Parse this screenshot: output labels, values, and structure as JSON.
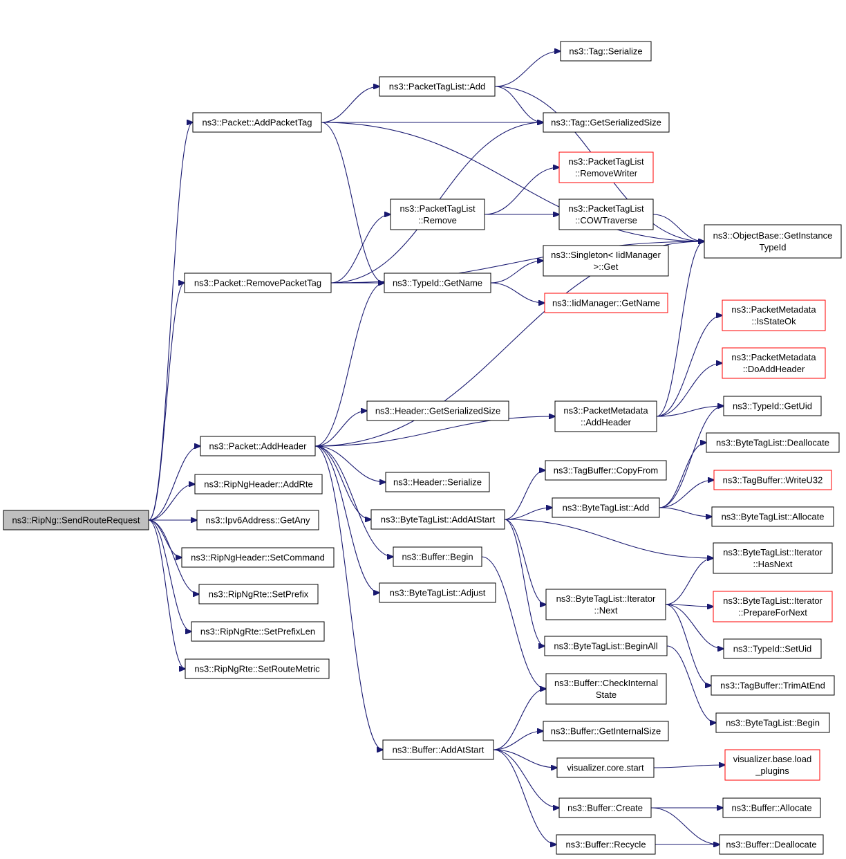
{
  "nodes": [
    {
      "id": "send_route_request",
      "lines": [
        "ns3::RipNg::SendRouteRequest"
      ],
      "root": true
    },
    {
      "id": "add_packet_tag",
      "lines": [
        "ns3::Packet::AddPacketTag"
      ]
    },
    {
      "id": "remove_packet_tag",
      "lines": [
        "ns3::Packet::RemovePacketTag"
      ]
    },
    {
      "id": "add_header",
      "lines": [
        "ns3::Packet::AddHeader"
      ]
    },
    {
      "id": "ripng_header_add_rte",
      "lines": [
        "ns3::RipNgHeader::AddRte"
      ]
    },
    {
      "id": "ipv6_get_any",
      "lines": [
        "ns3::Ipv6Address::GetAny"
      ]
    },
    {
      "id": "ripng_header_set_command",
      "lines": [
        "ns3::RipNgHeader::SetCommand"
      ]
    },
    {
      "id": "ripng_rte_set_prefix",
      "lines": [
        "ns3::RipNgRte::SetPrefix"
      ]
    },
    {
      "id": "ripng_rte_set_prefix_len",
      "lines": [
        "ns3::RipNgRte::SetPrefixLen"
      ]
    },
    {
      "id": "ripng_rte_set_route_metric",
      "lines": [
        "ns3::RipNgRte::SetRouteMetric"
      ]
    },
    {
      "id": "packet_tag_list_add",
      "lines": [
        "ns3::PacketTagList::Add"
      ]
    },
    {
      "id": "packet_tag_list_remove",
      "lines": [
        "ns3::PacketTagList",
        "::Remove"
      ]
    },
    {
      "id": "typeid_get_name",
      "lines": [
        "ns3::TypeId::GetName"
      ]
    },
    {
      "id": "header_get_serialized_size",
      "lines": [
        "ns3::Header::GetSerializedSize"
      ]
    },
    {
      "id": "header_serialize",
      "lines": [
        "ns3::Header::Serialize"
      ]
    },
    {
      "id": "byte_tag_list_add_at_start",
      "lines": [
        "ns3::ByteTagList::AddAtStart"
      ]
    },
    {
      "id": "buffer_begin",
      "lines": [
        "ns3::Buffer::Begin"
      ]
    },
    {
      "id": "byte_tag_list_adjust",
      "lines": [
        "ns3::ByteTagList::Adjust"
      ]
    },
    {
      "id": "buffer_add_at_start",
      "lines": [
        "ns3::Buffer::AddAtStart"
      ]
    },
    {
      "id": "tag_serialize",
      "lines": [
        "ns3::Tag::Serialize"
      ]
    },
    {
      "id": "tag_get_serialized_size",
      "lines": [
        "ns3::Tag::GetSerializedSize"
      ]
    },
    {
      "id": "packet_tag_list_remove_writer",
      "lines": [
        "ns3::PacketTagList",
        "::RemoveWriter"
      ],
      "red": true
    },
    {
      "id": "packet_tag_list_cow_traverse",
      "lines": [
        "ns3::PacketTagList",
        "::COWTraverse"
      ]
    },
    {
      "id": "singleton_iid_manager_get",
      "lines": [
        "ns3::Singleton< IidManager",
        ">::Get"
      ]
    },
    {
      "id": "iid_manager_get_name",
      "lines": [
        "ns3::IidManager::GetName"
      ],
      "red": true
    },
    {
      "id": "packet_metadata_add_header",
      "lines": [
        "ns3::PacketMetadata",
        "::AddHeader"
      ]
    },
    {
      "id": "tag_buffer_copy_from",
      "lines": [
        "ns3::TagBuffer::CopyFrom"
      ]
    },
    {
      "id": "byte_tag_list_add",
      "lines": [
        "ns3::ByteTagList::Add"
      ]
    },
    {
      "id": "byte_tag_list_iterator_next",
      "lines": [
        "ns3::ByteTagList::Iterator",
        "::Next"
      ]
    },
    {
      "id": "byte_tag_list_begin_all",
      "lines": [
        "ns3::ByteTagList::BeginAll"
      ]
    },
    {
      "id": "buffer_check_internal_state",
      "lines": [
        "ns3::Buffer::CheckInternal",
        "State"
      ]
    },
    {
      "id": "buffer_get_internal_size",
      "lines": [
        "ns3::Buffer::GetInternalSize"
      ]
    },
    {
      "id": "visualizer_core_start",
      "lines": [
        "visualizer.core.start"
      ]
    },
    {
      "id": "buffer_create",
      "lines": [
        "ns3::Buffer::Create"
      ]
    },
    {
      "id": "buffer_recycle",
      "lines": [
        "ns3::Buffer::Recycle"
      ]
    },
    {
      "id": "object_base_get_instance_type_id",
      "lines": [
        "ns3::ObjectBase::GetInstance",
        "TypeId"
      ]
    },
    {
      "id": "packet_metadata_is_state_ok",
      "lines": [
        "ns3::PacketMetadata",
        "::IsStateOk"
      ],
      "red": true
    },
    {
      "id": "packet_metadata_do_add_header",
      "lines": [
        "ns3::PacketMetadata",
        "::DoAddHeader"
      ],
      "red": true
    },
    {
      "id": "typeid_get_uid",
      "lines": [
        "ns3::TypeId::GetUid"
      ]
    },
    {
      "id": "byte_tag_list_deallocate",
      "lines": [
        "ns3::ByteTagList::Deallocate"
      ]
    },
    {
      "id": "tag_buffer_write_u32",
      "lines": [
        "ns3::TagBuffer::WriteU32"
      ],
      "red": true
    },
    {
      "id": "byte_tag_list_allocate",
      "lines": [
        "ns3::ByteTagList::Allocate"
      ]
    },
    {
      "id": "byte_tag_list_iterator_has_next",
      "lines": [
        "ns3::ByteTagList::Iterator",
        "::HasNext"
      ]
    },
    {
      "id": "byte_tag_list_iterator_prepare_for_next",
      "lines": [
        "ns3::ByteTagList::Iterator",
        "::PrepareForNext"
      ],
      "red": true
    },
    {
      "id": "typeid_set_uid",
      "lines": [
        "ns3::TypeId::SetUid"
      ]
    },
    {
      "id": "tag_buffer_trim_at_end",
      "lines": [
        "ns3::TagBuffer::TrimAtEnd"
      ]
    },
    {
      "id": "byte_tag_list_begin",
      "lines": [
        "ns3::ByteTagList::Begin"
      ]
    },
    {
      "id": "visualizer_base_load_plugins",
      "lines": [
        "visualizer.base.load",
        "_plugins"
      ],
      "red": true
    },
    {
      "id": "buffer_allocate",
      "lines": [
        "ns3::Buffer::Allocate"
      ]
    },
    {
      "id": "buffer_deallocate",
      "lines": [
        "ns3::Buffer::Deallocate"
      ]
    }
  ],
  "edges": [
    {
      "from": "send_route_request",
      "to": "add_packet_tag"
    },
    {
      "from": "send_route_request",
      "to": "remove_packet_tag"
    },
    {
      "from": "send_route_request",
      "to": "add_header"
    },
    {
      "from": "send_route_request",
      "to": "ripng_header_add_rte"
    },
    {
      "from": "send_route_request",
      "to": "ipv6_get_any"
    },
    {
      "from": "send_route_request",
      "to": "ripng_header_set_command"
    },
    {
      "from": "send_route_request",
      "to": "ripng_rte_set_prefix"
    },
    {
      "from": "send_route_request",
      "to": "ripng_rte_set_prefix_len"
    },
    {
      "from": "send_route_request",
      "to": "ripng_rte_set_route_metric"
    },
    {
      "from": "add_packet_tag",
      "to": "packet_tag_list_add"
    },
    {
      "from": "add_packet_tag",
      "to": "tag_get_serialized_size"
    },
    {
      "from": "add_packet_tag",
      "to": "typeid_get_name"
    },
    {
      "from": "add_packet_tag",
      "to": "object_base_get_instance_type_id"
    },
    {
      "from": "packet_tag_list_add",
      "to": "tag_serialize"
    },
    {
      "from": "packet_tag_list_add",
      "to": "tag_get_serialized_size"
    },
    {
      "from": "packet_tag_list_add",
      "to": "object_base_get_instance_type_id"
    },
    {
      "from": "remove_packet_tag",
      "to": "tag_get_serialized_size"
    },
    {
      "from": "remove_packet_tag",
      "to": "packet_tag_list_remove"
    },
    {
      "from": "remove_packet_tag",
      "to": "typeid_get_name"
    },
    {
      "from": "remove_packet_tag",
      "to": "object_base_get_instance_type_id"
    },
    {
      "from": "packet_tag_list_remove",
      "to": "packet_tag_list_remove_writer"
    },
    {
      "from": "packet_tag_list_remove",
      "to": "packet_tag_list_cow_traverse"
    },
    {
      "from": "packet_tag_list_cow_traverse",
      "to": "object_base_get_instance_type_id"
    },
    {
      "from": "typeid_get_name",
      "to": "singleton_iid_manager_get"
    },
    {
      "from": "typeid_get_name",
      "to": "iid_manager_get_name"
    },
    {
      "from": "add_header",
      "to": "typeid_get_name"
    },
    {
      "from": "add_header",
      "to": "object_base_get_instance_type_id"
    },
    {
      "from": "add_header",
      "to": "header_get_serialized_size"
    },
    {
      "from": "add_header",
      "to": "packet_metadata_add_header"
    },
    {
      "from": "add_header",
      "to": "header_serialize"
    },
    {
      "from": "add_header",
      "to": "byte_tag_list_add_at_start"
    },
    {
      "from": "add_header",
      "to": "buffer_begin"
    },
    {
      "from": "add_header",
      "to": "byte_tag_list_adjust"
    },
    {
      "from": "add_header",
      "to": "buffer_add_at_start"
    },
    {
      "from": "packet_metadata_add_header",
      "to": "object_base_get_instance_type_id"
    },
    {
      "from": "packet_metadata_add_header",
      "to": "packet_metadata_is_state_ok"
    },
    {
      "from": "packet_metadata_add_header",
      "to": "packet_metadata_do_add_header"
    },
    {
      "from": "packet_metadata_add_header",
      "to": "typeid_get_uid"
    },
    {
      "from": "byte_tag_list_add_at_start",
      "to": "tag_buffer_copy_from"
    },
    {
      "from": "byte_tag_list_add_at_start",
      "to": "byte_tag_list_add"
    },
    {
      "from": "byte_tag_list_add_at_start",
      "to": "byte_tag_list_iterator_has_next"
    },
    {
      "from": "byte_tag_list_add_at_start",
      "to": "byte_tag_list_iterator_next"
    },
    {
      "from": "byte_tag_list_add_at_start",
      "to": "byte_tag_list_begin_all"
    },
    {
      "from": "byte_tag_list_add",
      "to": "typeid_get_uid"
    },
    {
      "from": "byte_tag_list_add",
      "to": "byte_tag_list_deallocate"
    },
    {
      "from": "byte_tag_list_add",
      "to": "tag_buffer_write_u32"
    },
    {
      "from": "byte_tag_list_add",
      "to": "byte_tag_list_allocate"
    },
    {
      "from": "byte_tag_list_iterator_next",
      "to": "byte_tag_list_iterator_has_next"
    },
    {
      "from": "byte_tag_list_iterator_next",
      "to": "byte_tag_list_iterator_prepare_for_next"
    },
    {
      "from": "byte_tag_list_iterator_next",
      "to": "typeid_set_uid"
    },
    {
      "from": "byte_tag_list_iterator_next",
      "to": "tag_buffer_trim_at_end"
    },
    {
      "from": "byte_tag_list_begin_all",
      "to": "byte_tag_list_begin"
    },
    {
      "from": "buffer_begin",
      "to": "buffer_check_internal_state"
    },
    {
      "from": "buffer_add_at_start",
      "to": "buffer_check_internal_state"
    },
    {
      "from": "buffer_add_at_start",
      "to": "buffer_get_internal_size"
    },
    {
      "from": "buffer_add_at_start",
      "to": "visualizer_core_start"
    },
    {
      "from": "buffer_add_at_start",
      "to": "buffer_create"
    },
    {
      "from": "buffer_add_at_start",
      "to": "buffer_recycle"
    },
    {
      "from": "visualizer_core_start",
      "to": "visualizer_base_load_plugins"
    },
    {
      "from": "buffer_create",
      "to": "buffer_allocate"
    },
    {
      "from": "buffer_create",
      "to": "buffer_deallocate"
    },
    {
      "from": "buffer_recycle",
      "to": "buffer_deallocate"
    }
  ]
}
